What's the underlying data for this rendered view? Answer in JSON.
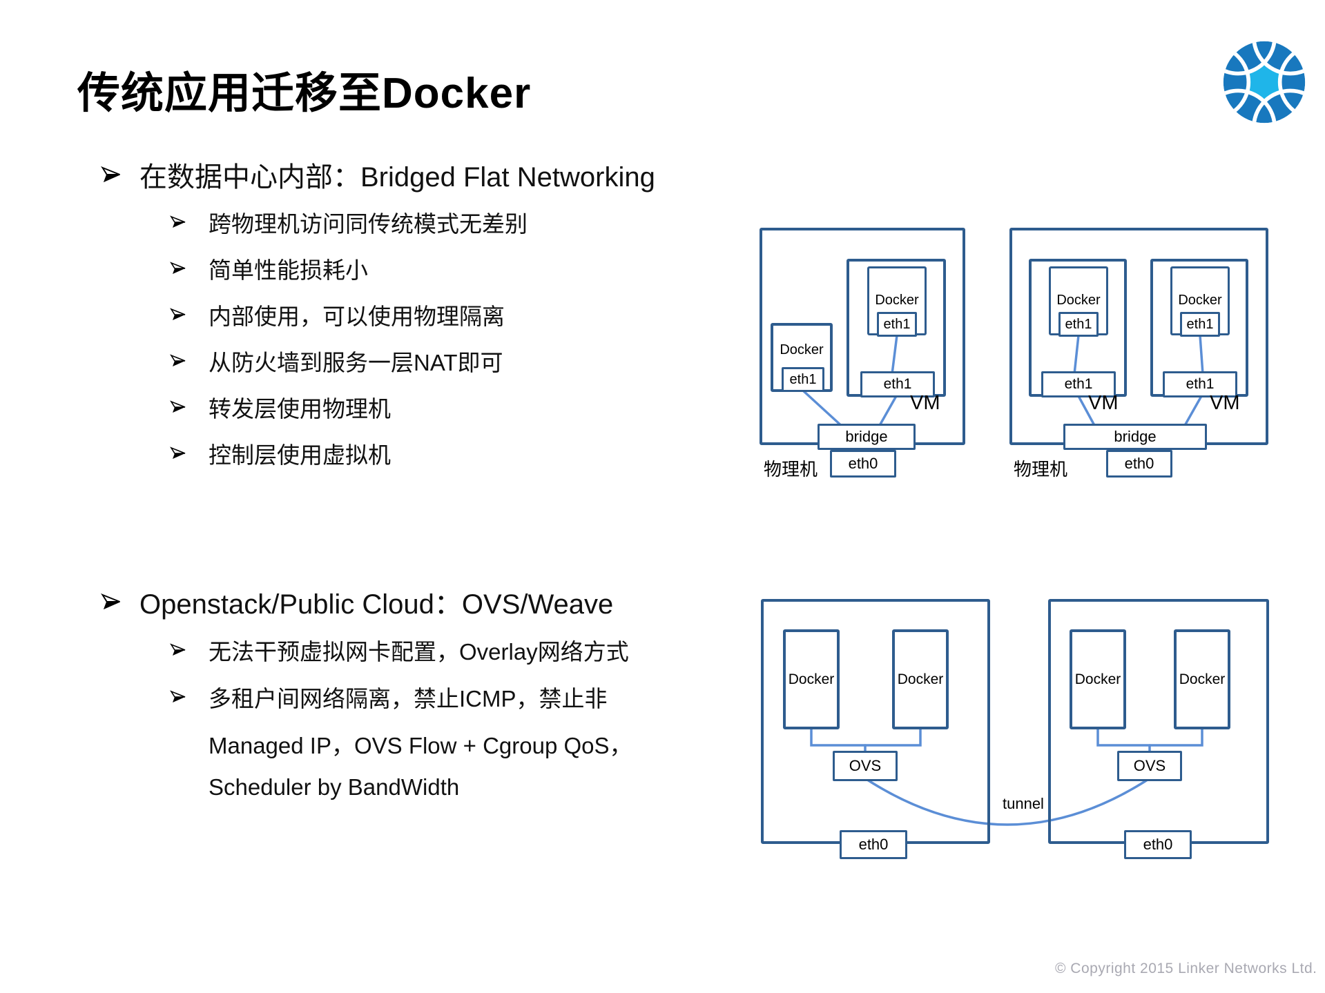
{
  "title": "传统应用迁移至Docker",
  "footer": "© Copyright 2015 Linker Networks Ltd.",
  "colors": {
    "box_border": "#2E5C8E",
    "connector_line": "#5B8ED6",
    "logo_blue": "#1878BE",
    "logo_cyan": "#1FB5E9",
    "footer_gray": "#A9A9B2",
    "text": "#000000"
  },
  "sections": [
    {
      "heading": "在数据中心内部：Bridged Flat Networking",
      "items": [
        "跨物理机访问同传统模式无差别",
        "简单性能损耗小",
        "内部使用，可以使用物理隔离",
        "从防火墙到服务一层NAT即可",
        "转发层使用物理机",
        "控制层使用虚拟机"
      ]
    },
    {
      "heading": "Openstack/Public Cloud：OVS/Weave",
      "items": [
        "无法干预虚拟网卡配置，Overlay网络方式"
      ],
      "multiline_item": [
        "多租户间网络隔离，禁止ICMP，禁止非",
        "Managed IP，OVS Flow + Cgroup QoS，",
        "Scheduler by BandWidth"
      ]
    }
  ],
  "labels": {
    "docker": "Docker",
    "eth1": "eth1",
    "eth0": "eth0",
    "bridge": "bridge",
    "vm": "VM",
    "ovs": "OVS",
    "tunnel": "tunnel",
    "physical_machine": "物理机"
  }
}
